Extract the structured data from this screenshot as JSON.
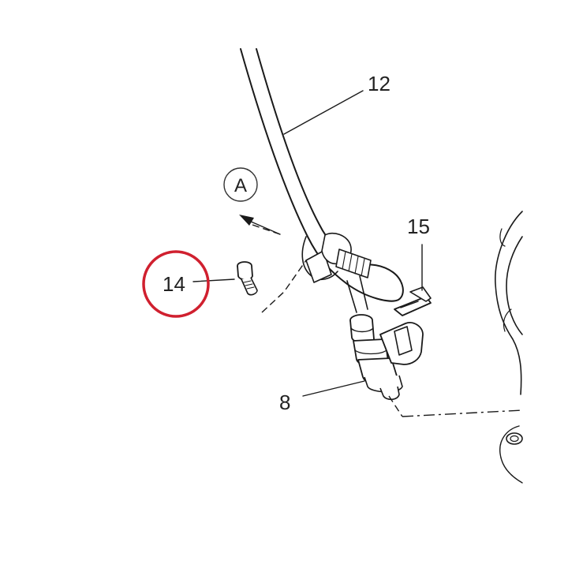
{
  "diagram": {
    "callouts": {
      "hose": "12",
      "view_ref": "A",
      "clip": "15",
      "screw": "14",
      "injector": "8"
    },
    "highlight_color": "#d0202f"
  }
}
